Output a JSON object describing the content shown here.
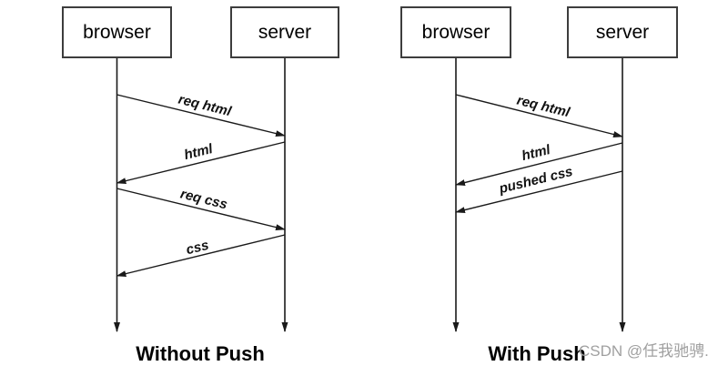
{
  "watermark": {
    "text": "CSDN @任我驰骋.",
    "color": "#a0a0a0"
  },
  "colors": {
    "background": "#ffffff",
    "line": "#1a1a1a",
    "box_border": "#3d3d3d",
    "text": "#000000"
  },
  "diagrams": [
    {
      "caption": "Without Push",
      "actors": [
        {
          "label": "browser"
        },
        {
          "label": "server"
        }
      ],
      "messages": [
        {
          "label": "req html",
          "from": "browser",
          "to": "server"
        },
        {
          "label": "html",
          "from": "server",
          "to": "browser"
        },
        {
          "label": "req css",
          "from": "browser",
          "to": "server"
        },
        {
          "label": "css",
          "from": "server",
          "to": "browser"
        }
      ]
    },
    {
      "caption": "With Push",
      "actors": [
        {
          "label": "browser"
        },
        {
          "label": "server"
        }
      ],
      "messages": [
        {
          "label": "req html",
          "from": "browser",
          "to": "server"
        },
        {
          "label": "html",
          "from": "server",
          "to": "browser"
        },
        {
          "label": "pushed css",
          "from": "server",
          "to": "browser"
        }
      ]
    }
  ]
}
